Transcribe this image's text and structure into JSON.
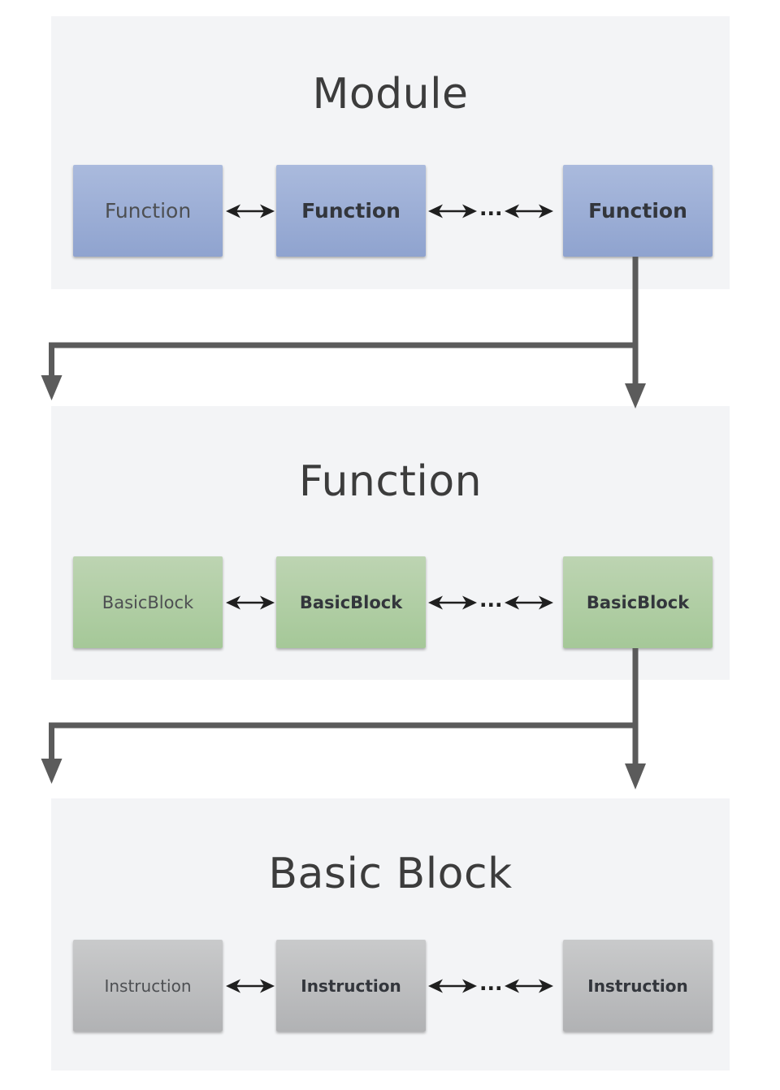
{
  "diagram": {
    "sections": [
      {
        "title": "Module",
        "boxes": [
          "Function",
          "Function",
          "Function"
        ],
        "ellipsis": "...",
        "box_top": "#aabadd",
        "box_bottom": "#8fa3cf"
      },
      {
        "title": "Function",
        "boxes": [
          "BasicBlock",
          "BasicBlock",
          "BasicBlock"
        ],
        "ellipsis": "...",
        "box_top": "#bdd4b2",
        "box_bottom": "#a5c898"
      },
      {
        "title": "Basic Block",
        "boxes": [
          "Instruction",
          "Instruction",
          "Instruction"
        ],
        "ellipsis": "...",
        "box_top": "#c9cacb",
        "box_bottom": "#b1b2b4"
      }
    ],
    "connectors": [
      {
        "name": "module-to-function",
        "direction": "down"
      },
      {
        "name": "function-to-basic-block",
        "direction": "down"
      }
    ],
    "colors": {
      "section_bg": "#f3f4f6",
      "connector": "#5b5b5b",
      "inline_arrow": "#1f1f1f",
      "title_text": "#3c3c3c"
    },
    "icons": {
      "inline_arrow": "double-arrow-icon",
      "connector_arrow": "down-arrow-icon"
    }
  }
}
